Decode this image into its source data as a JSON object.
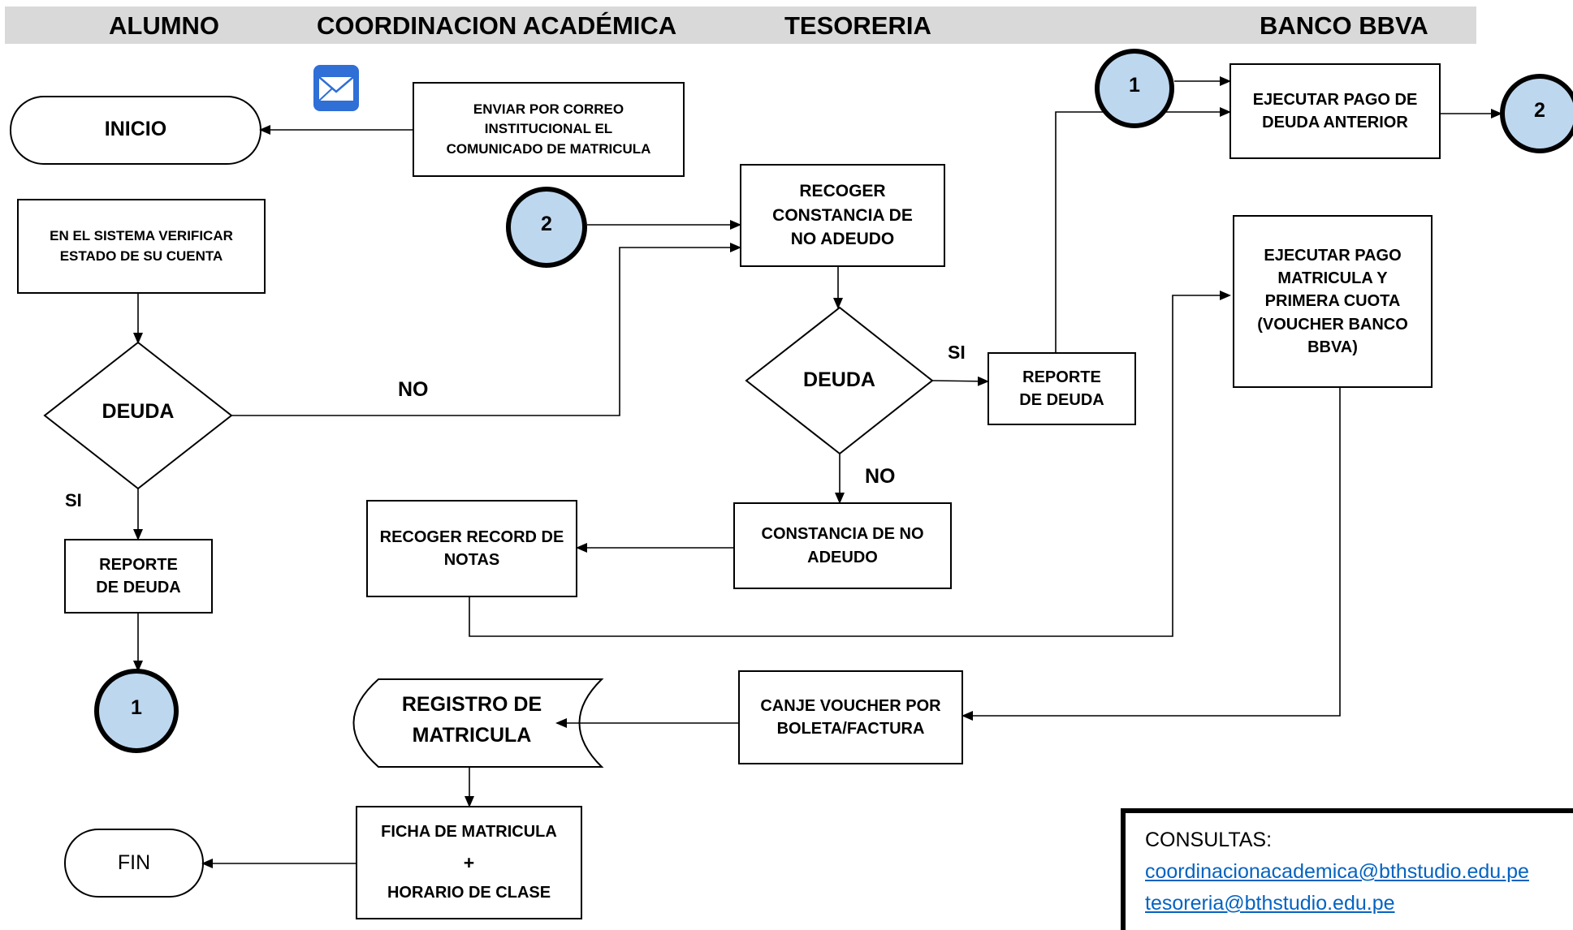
{
  "lanes": [
    "ALUMNO",
    "COORDINACION ACADÉMICA",
    "TESORERIA",
    "BANCO BBVA"
  ],
  "nodes": {
    "inicio": "INICIO",
    "enviar_correo": "ENVIAR POR CORREO\nINSTITUCIONAL EL\nCOMUNICADO DE MATRICULA",
    "verificar_estado": "EN EL SISTEMA VERIFICAR\nESTADO DE SU CUENTA",
    "deuda_alumno": "DEUDA",
    "reporte_deuda_alumno": "REPORTE\nDE DEUDA",
    "connector_1_alumno": "1",
    "connector_2_coord": "2",
    "recoger_constancia": "RECOGER\nCONSTANCIA DE\nNO ADEUDO",
    "deuda_tesoreria": "DEUDA",
    "reporte_deuda_tesoreria": "REPORTE\nDE DEUDA",
    "constancia_no_adeudo": "CONSTANCIA DE NO\nADEUDO",
    "recoger_record": "RECOGER RECORD DE\nNOTAS",
    "registro_matricula": "REGISTRO DE\nMATRICULA",
    "canje_voucher": "CANJE VOUCHER POR\nBOLETA/FACTURA",
    "ficha_line1": "FICHA DE MATRICULA",
    "ficha_plus": "+",
    "ficha_line2": "HORARIO DE CLASE",
    "fin": "FIN",
    "connector_1_banco": "1",
    "ejecutar_pago_deuda": "EJECUTAR PAGO DE\nDEUDA ANTERIOR",
    "connector_2_banco": "2",
    "ejecutar_pago_matricula": "EJECUTAR PAGO\nMATRICULA Y\nPRIMERA CUOTA\n(VOUCHER BANCO\nBBVA)"
  },
  "edge_labels": {
    "no_alumno": "NO",
    "si_alumno": "SI",
    "si_tesoreria": "SI",
    "no_tesoreria": "NO"
  },
  "consultas": {
    "title": "CONSULTAS:",
    "email_coordinacion": "coordinacionacademica@bthstudio.edu.pe",
    "email_tesoreria": "tesoreria@bthstudio.edu.pe"
  },
  "colors": {
    "header_bar": "#d9d9d9",
    "connector_fill": "#bdd7ee",
    "link": "#0563c1",
    "mail_icon": "#2f6fd6"
  },
  "icons": {
    "mail": "mail-icon"
  }
}
